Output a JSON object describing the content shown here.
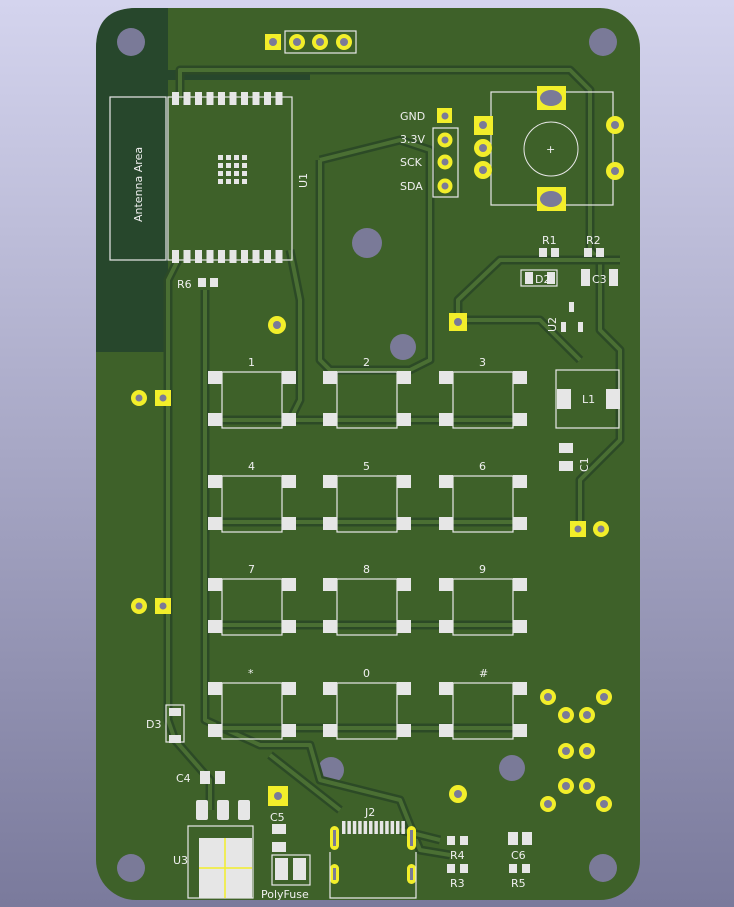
{
  "board": {
    "colors": {
      "board": "#3e6129",
      "antenna_fill": "#27472c",
      "pad_gold": "#f2ee2a",
      "silkscreen": "#f0f0f0",
      "background": "#b8b8d8"
    },
    "antenna_label": "Antenna Area",
    "header_labels": [
      "GND",
      "3.3V",
      "SCK",
      "SDA"
    ],
    "refs": {
      "u1": "U1",
      "r1": "R1",
      "r2": "R2",
      "d2": "D2",
      "c3": "C3",
      "u2": "U2",
      "l1": "L1",
      "c1": "C1",
      "r6": "R6",
      "d3": "D3",
      "c4": "C4",
      "c5": "C5",
      "j2": "J2",
      "u3": "U3",
      "polyfuse": "PolyFuse",
      "r4": "R4",
      "r3": "R3",
      "c6": "C6",
      "r5": "R5"
    },
    "keypad": {
      "keys": [
        "1",
        "2",
        "3",
        "4",
        "5",
        "6",
        "7",
        "8",
        "9",
        "*",
        "0",
        "#"
      ]
    }
  }
}
